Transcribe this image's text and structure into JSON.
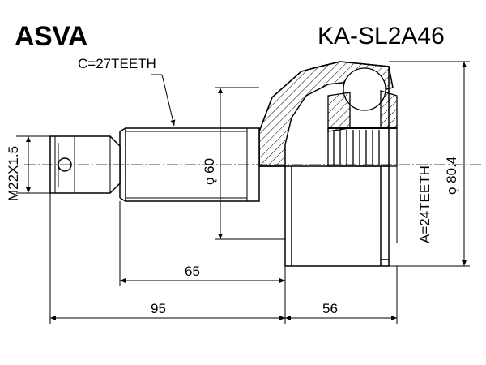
{
  "header": {
    "brand": "ASVA",
    "part_number": "KA-SL2A46"
  },
  "labels": {
    "c_teeth": "C=27TEETH",
    "a_teeth": "A=24TEETH",
    "thread": "M22X1.5",
    "shaft_diameter": "ǫ 60",
    "outer_diameter": "ǫ 80.4",
    "dim_65": "65",
    "dim_95": "95",
    "dim_56": "56"
  }
}
